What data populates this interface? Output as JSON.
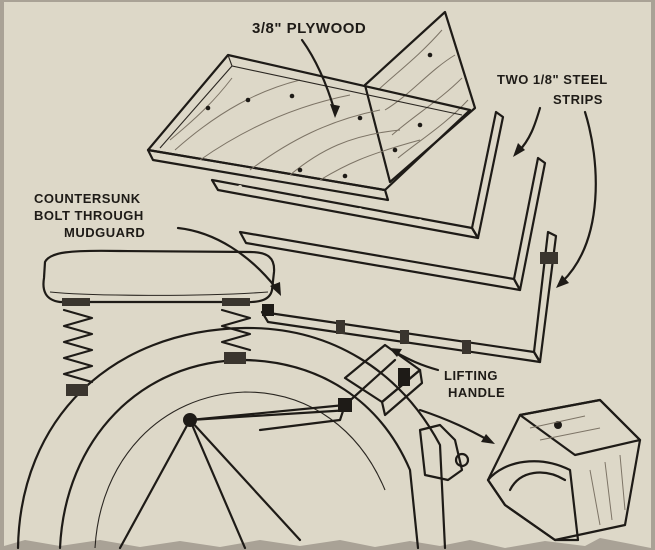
{
  "labels": {
    "plywood": "3/8\" PLYWOOD",
    "steel_strips_line1": "TWO 1/8\" STEEL",
    "steel_strips_line2": "STRIPS",
    "bolt_line1": "COUNTERSUNK",
    "bolt_line2": "BOLT THROUGH",
    "bolt_line3": "MUDGUARD",
    "handle_line1": "LIFTING",
    "handle_line2": "HANDLE"
  },
  "colors": {
    "paper": "#ddd8c8",
    "background": "#a9a296",
    "ink": "#1e1b17",
    "wood_shade": "#cfc7b3"
  }
}
